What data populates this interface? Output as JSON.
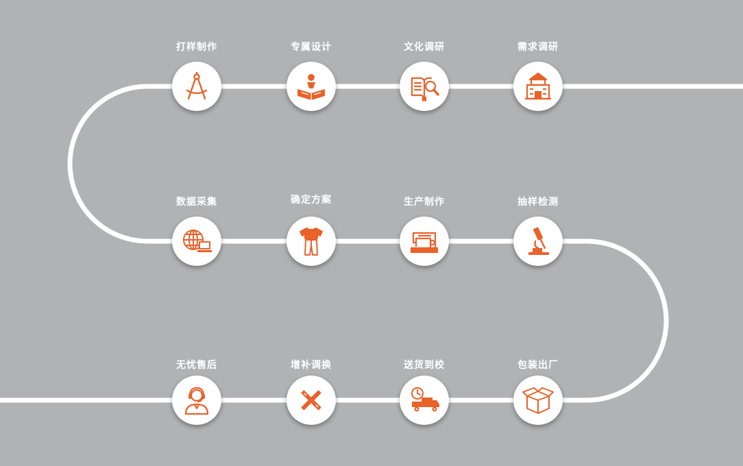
{
  "colors": {
    "background": "#b1b2b4",
    "path": "#ffffff",
    "icon_accent": "#e8622a",
    "circle": "#ffffff",
    "label": "#ffffff"
  },
  "steps": [
    {
      "label": "需求调研",
      "icon": "school-building-icon"
    },
    {
      "label": "文化调研",
      "icon": "book-magnifier-icon"
    },
    {
      "label": "专属设计",
      "icon": "designer-book-icon"
    },
    {
      "label": "打样制作",
      "icon": "compass-icon"
    },
    {
      "label": "数据采集",
      "icon": "globe-computer-icon"
    },
    {
      "label": "确定方案",
      "icon": "uniform-icon"
    },
    {
      "label": "生产制作",
      "icon": "sewing-machine-icon"
    },
    {
      "label": "抽样检测",
      "icon": "microscope-icon"
    },
    {
      "label": "包装出厂",
      "icon": "box-icon"
    },
    {
      "label": "送货到校",
      "icon": "delivery-truck-icon"
    },
    {
      "label": "增补调换",
      "icon": "tools-icon"
    },
    {
      "label": "无忧售后",
      "icon": "customer-service-icon"
    }
  ]
}
